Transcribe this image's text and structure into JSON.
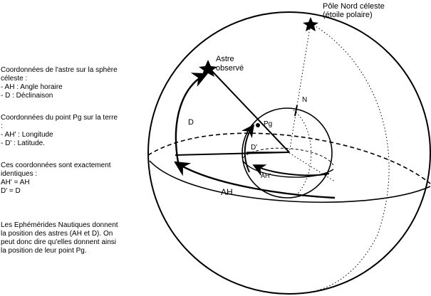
{
  "legend": {
    "sky_coords": "Coordonnées de l'astre sur la sphère céleste :\n- AH : Angle horaire\n- D : Déclinaison",
    "ground_coords": "Coordonnées du point Pg sur la terre :\n- AH' : Longitude\n- D' : Latitude.",
    "identity": "Ces coordonnées sont exactement identiques :\nAH' = AH\nD' = D",
    "ephemerides": "Les Ephémérides Nautiques donnent la position des astres (AH et D). On peut donc dire qu'elles donnent ainsi la position de leur point Pg."
  },
  "labels": {
    "north_pole_line1": "Pôle Nord céleste",
    "north_pole_line2": "(étoile polaire)",
    "star_line1": "Astre",
    "star_line2": "observé",
    "D": "D",
    "Pg": "Pg",
    "N": "N",
    "D_prime": "D'",
    "AH_prime": "AH'",
    "AH": "AH"
  }
}
